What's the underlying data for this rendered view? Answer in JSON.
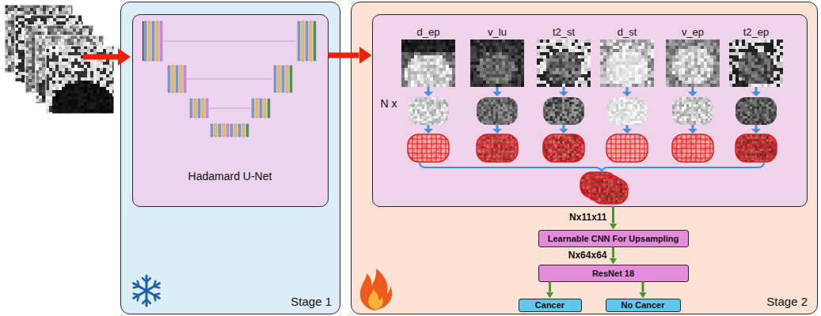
{
  "diagram": {
    "nodes": [
      {
        "text": [
          "Stage 1"
        ]
      },
      {
        "text": [
          "Hadamard U-Net"
        ],
        "in": 0
      },
      {
        "text": [
          "Stage 2"
        ]
      },
      {
        "text": [
          "N x"
        ],
        "in": 2
      },
      {
        "text": [
          "Learnable CNN For Upsampling"
        ],
        "in": 2
      },
      {
        "text": [
          "ResNet 18"
        ],
        "in": 2
      },
      {
        "text": [
          "Cancer"
        ],
        "in": 2
      },
      {
        "text": [
          "No Cancer"
        ],
        "in": 2
      }
    ],
    "edges": [
      {
        "from": 1,
        "to": 3,
        "arrow": "to"
      },
      {
        "from": 3,
        "to": 4,
        "arrow": "to",
        "label": "Nx11x11"
      },
      {
        "from": 4,
        "to": 5,
        "arrow": "to",
        "label": "Nx64x64"
      },
      {
        "from": 5,
        "to": 6,
        "arrow": "to"
      },
      {
        "from": 5,
        "to": 7,
        "arrow": "to"
      }
    ],
    "labels": [
      "d_ep",
      "v_lu",
      "t2_st",
      "d_st",
      "v_ep",
      "t2_ep"
    ]
  }
}
